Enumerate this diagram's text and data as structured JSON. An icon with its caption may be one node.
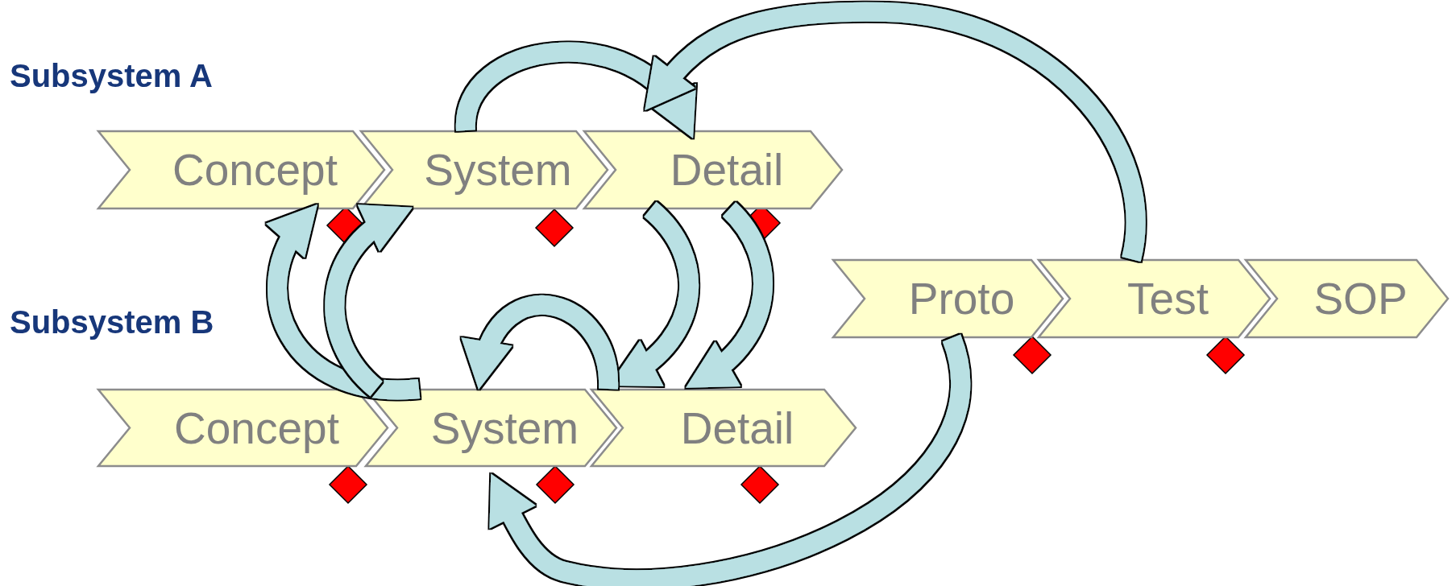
{
  "diagram": {
    "nodes": [
      {
        "text": [
          "Concept"
        ]
      },
      {
        "text": [
          "System"
        ]
      },
      {
        "text": [
          "Detail"
        ]
      },
      {
        "text": [
          "Concept"
        ]
      },
      {
        "text": [
          "System"
        ]
      },
      {
        "text": [
          "Detail"
        ]
      },
      {
        "text": [
          "Proto"
        ]
      },
      {
        "text": [
          "Test"
        ]
      },
      {
        "text": [
          "SOP"
        ]
      }
    ],
    "edges": [
      {
        "from": 1,
        "to": 2,
        "arrow": "to"
      },
      {
        "from": 7,
        "to": 2,
        "arrow": "to"
      },
      {
        "from": 2,
        "to": 5,
        "arrow": "to"
      },
      {
        "from": 2,
        "to": 5,
        "arrow": "to"
      },
      {
        "from": 4,
        "to": 0,
        "arrow": "to"
      },
      {
        "from": 4,
        "to": 1,
        "arrow": "to"
      },
      {
        "from": 5,
        "to": 4,
        "arrow": "to"
      },
      {
        "from": 6,
        "to": 4,
        "arrow": "to"
      }
    ],
    "labels": [
      "Subsystem A",
      "Subsystem B"
    ]
  }
}
